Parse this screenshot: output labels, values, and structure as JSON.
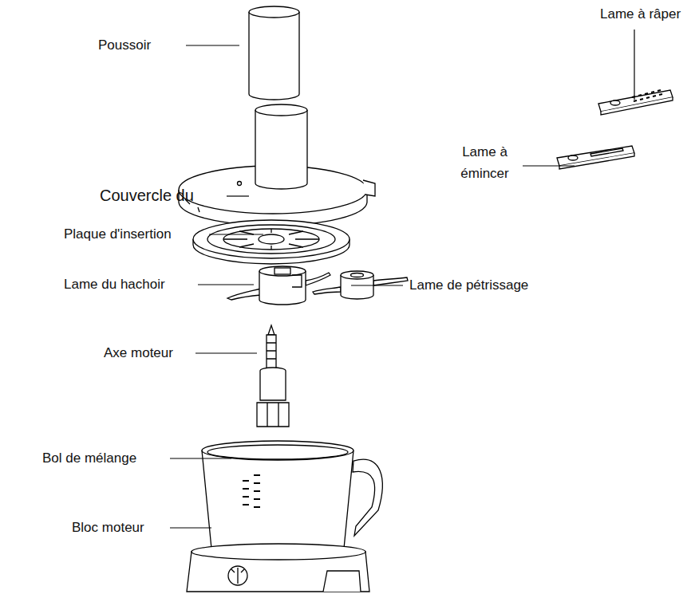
{
  "diagram": {
    "labels": [
      "Poussoir",
      "Lame à râper",
      "Lame à émincer",
      "Couvercle du",
      "Plaque d'insertion",
      "Lame du hachoir",
      "Lame de pétrissage",
      "Axe moteur",
      "Bol de mélange",
      "Bloc moteur"
    ]
  }
}
